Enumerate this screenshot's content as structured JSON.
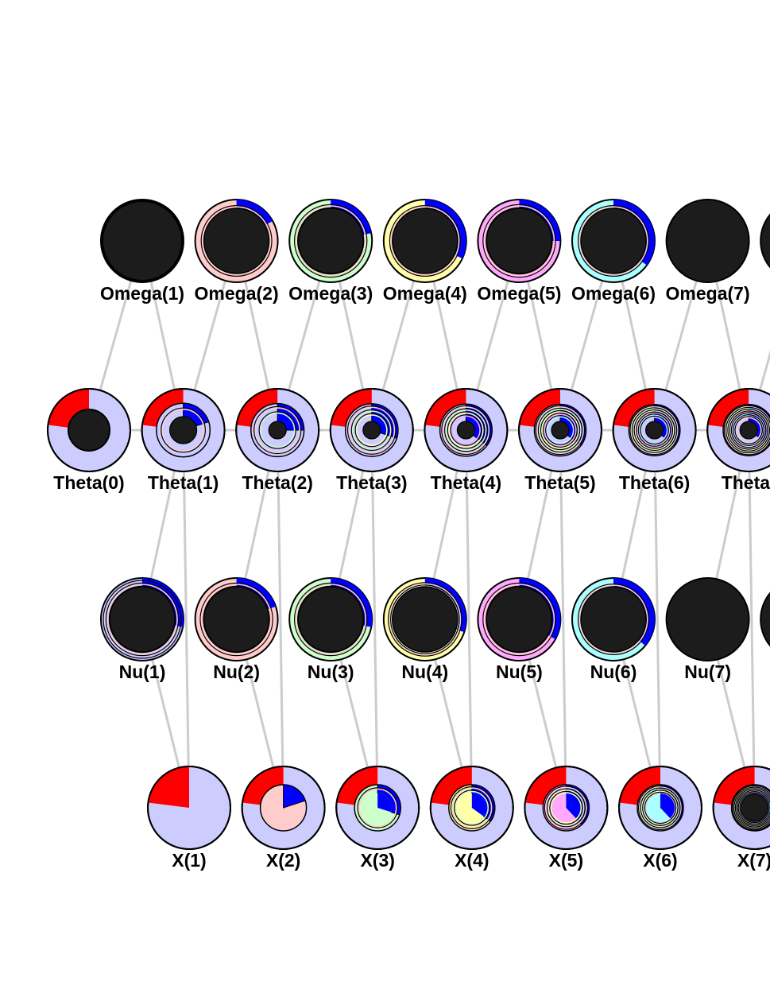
{
  "diagram": {
    "colors": {
      "edge": "#cccccc",
      "node_stroke": "#000000",
      "dark": "#1c1c1c",
      "red": "#ff0000",
      "blue": "#0000ff",
      "lavender": "#ccccff",
      "pink": "#ffcccc",
      "green": "#ccffcc",
      "yellow": "#ffffaa",
      "magenta": "#ffaaff",
      "cyan": "#aaffff"
    },
    "rows": [
      {
        "id": "omega",
        "nodes": [
          {
            "id": "omega1",
            "label": "Omega(1)",
            "ring": "none",
            "inner": "dark",
            "blue_frac": 0,
            "rings": 0
          },
          {
            "id": "omega2",
            "label": "Omega(2)",
            "ring": "pink",
            "inner": "dark",
            "blue_frac": 0.17,
            "rings": 1
          },
          {
            "id": "omega3",
            "label": "Omega(3)",
            "ring": "green",
            "inner": "dark",
            "blue_frac": 0.22,
            "rings": 2
          },
          {
            "id": "omega4",
            "label": "Omega(4)",
            "ring": "yellow",
            "inner": "dark",
            "blue_frac": 0.32,
            "rings": 1
          },
          {
            "id": "omega5",
            "label": "Omega(5)",
            "ring": "magenta",
            "inner": "dark",
            "blue_frac": 0.25,
            "rings": 2
          },
          {
            "id": "omega6",
            "label": "Omega(6)",
            "ring": "cyan",
            "inner": "dark",
            "blue_frac": 0.35,
            "rings": 1
          },
          {
            "id": "omega7",
            "label": "Omega(7)",
            "ring": "none",
            "inner": "dark",
            "blue_frac": 0,
            "rings": 0
          },
          {
            "id": "omega8",
            "label": "O",
            "ring": "none",
            "inner": "dark",
            "blue_frac": 0,
            "rings": 0
          }
        ]
      },
      {
        "id": "theta",
        "nodes": [
          {
            "id": "theta0",
            "label": "Theta(0)",
            "outer": "lavender",
            "red_frac": 0.23,
            "inner": "dark",
            "blue_frac": 0,
            "rings": 0
          },
          {
            "id": "theta1",
            "label": "Theta(1)",
            "outer": "lavender",
            "red_frac": 0.23,
            "inner": "dark",
            "blue_frac": 0.2,
            "rings": 1
          },
          {
            "id": "theta2",
            "label": "Theta(2)",
            "outer": "lavender",
            "red_frac": 0.23,
            "inner": "dark",
            "blue_frac": 0.25,
            "rings": 2
          },
          {
            "id": "theta3",
            "label": "Theta(3)",
            "outer": "lavender",
            "red_frac": 0.23,
            "inner": "dark",
            "blue_frac": 0.3,
            "rings": 3
          },
          {
            "id": "theta4",
            "label": "Theta(4)",
            "outer": "lavender",
            "red_frac": 0.23,
            "inner": "dark",
            "blue_frac": 0.35,
            "rings": 4
          },
          {
            "id": "theta5",
            "label": "Theta(5)",
            "outer": "lavender",
            "red_frac": 0.23,
            "inner": "dark",
            "blue_frac": 0.35,
            "rings": 5
          },
          {
            "id": "theta6",
            "label": "Theta(6)",
            "outer": "lavender",
            "red_frac": 0.23,
            "inner": "dark",
            "blue_frac": 0.35,
            "rings": 6
          },
          {
            "id": "theta7",
            "label": "Theta(",
            "outer": "lavender",
            "red_frac": 0.23,
            "inner": "dark",
            "blue_frac": 0.35,
            "rings": 7
          }
        ]
      },
      {
        "id": "nu",
        "nodes": [
          {
            "id": "nu1",
            "label": "Nu(1)",
            "ring": "lavender",
            "inner": "dark",
            "blue_frac": 0.28,
            "rings": 2
          },
          {
            "id": "nu2",
            "label": "Nu(2)",
            "ring": "pink",
            "inner": "dark",
            "blue_frac": 0.2,
            "rings": 2
          },
          {
            "id": "nu3",
            "label": "Nu(3)",
            "ring": "green",
            "inner": "dark",
            "blue_frac": 0.28,
            "rings": 2
          },
          {
            "id": "nu4",
            "label": "Nu(4)",
            "ring": "yellow",
            "inner": "dark",
            "blue_frac": 0.3,
            "rings": 3
          },
          {
            "id": "nu5",
            "label": "Nu(5)",
            "ring": "magenta",
            "inner": "dark",
            "blue_frac": 0.33,
            "rings": 2
          },
          {
            "id": "nu6",
            "label": "Nu(6)",
            "ring": "cyan",
            "inner": "dark",
            "blue_frac": 0.36,
            "rings": 1
          },
          {
            "id": "nu7",
            "label": "Nu(7)",
            "ring": "none",
            "inner": "dark",
            "blue_frac": 0,
            "rings": 0
          },
          {
            "id": "nu8",
            "label": "",
            "ring": "none",
            "inner": "dark",
            "blue_frac": 0,
            "rings": 0
          }
        ]
      },
      {
        "id": "x",
        "nodes": [
          {
            "id": "x1",
            "label": "X(1)",
            "outer": "lavender",
            "red_frac": 0.23,
            "inner": "none",
            "blue_frac": 0,
            "rings": 0
          },
          {
            "id": "x2",
            "label": "X(2)",
            "outer": "lavender",
            "red_frac": 0.23,
            "inner": "pink",
            "blue_frac": 0.2,
            "rings": 0
          },
          {
            "id": "x3",
            "label": "X(3)",
            "outer": "lavender",
            "red_frac": 0.23,
            "inner": "green",
            "blue_frac": 0.3,
            "rings": 1
          },
          {
            "id": "x4",
            "label": "X(4)",
            "outer": "lavender",
            "red_frac": 0.23,
            "inner": "yellow",
            "blue_frac": 0.35,
            "rings": 2
          },
          {
            "id": "x5",
            "label": "X(5)",
            "outer": "lavender",
            "red_frac": 0.23,
            "inner": "magenta",
            "blue_frac": 0.38,
            "rings": 3
          },
          {
            "id": "x6",
            "label": "X(6)",
            "outer": "lavender",
            "red_frac": 0.23,
            "inner": "cyan",
            "blue_frac": 0.38,
            "rings": 4
          },
          {
            "id": "x7",
            "label": "X(7)",
            "outer": "lavender",
            "red_frac": 0.23,
            "inner": "dark",
            "blue_frac": 0.38,
            "rings": 6
          }
        ]
      }
    ]
  }
}
